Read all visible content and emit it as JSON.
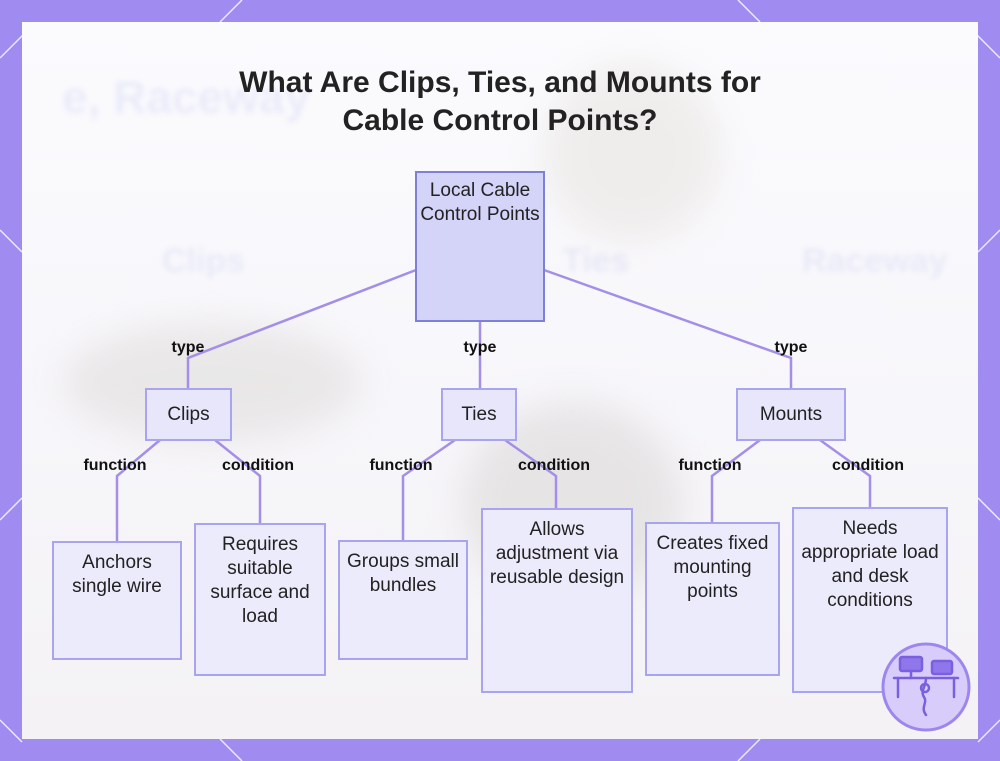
{
  "title": {
    "line1": "What Are Clips, Ties, and Mounts for",
    "line2": "Cable Control Points?"
  },
  "background_text": {
    "word1": "Clips",
    "word2": "Ties",
    "word3": "Raceway",
    "heading": "e, Raceway"
  },
  "nodes": {
    "root": "Local Cable Control Points",
    "clips": "Clips",
    "ties": "Ties",
    "mounts": "Mounts",
    "clips_function": "Anchors single wire",
    "clips_condition": "Requires suitable surface and load",
    "ties_function": "Groups small bundles",
    "ties_condition": "Allows adjustment via reusable design",
    "mounts_function": "Creates fixed mounting points",
    "mounts_condition": "Needs appropriate load and desk conditions"
  },
  "edge_labels": {
    "type": "type",
    "function": "function",
    "condition": "condition"
  },
  "colors": {
    "frame": "#a08cf0",
    "node_fill": "#e7e6fb",
    "root_fill": "#d4d3f8",
    "node_border": "#a9a4ef",
    "link": "#a48ee8"
  },
  "logo_icon": "desk-cable-icon"
}
